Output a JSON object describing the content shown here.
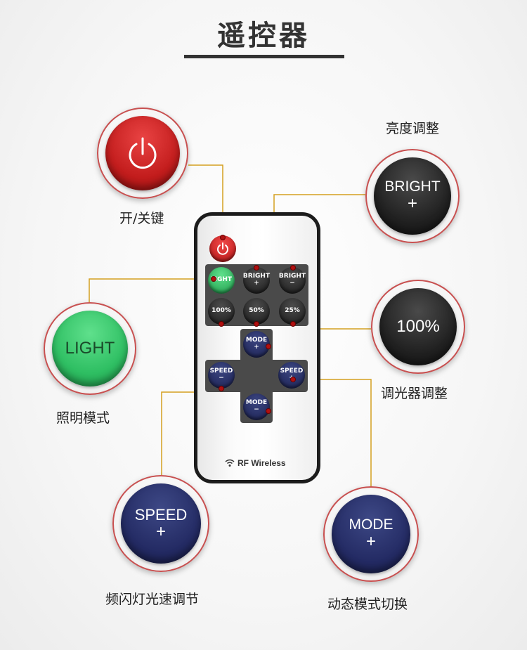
{
  "title": "遥控器",
  "labels": {
    "power": "开/关键",
    "brightness": "亮度调整",
    "light_mode": "照明模式",
    "dimmer": "调光器调整",
    "speed": "频闪灯光速调节",
    "mode": "动态模式切换"
  },
  "callouts": {
    "bright_line1": "BRIGHT",
    "bright_line2": "+",
    "percent": "100%",
    "light": "LIGHT",
    "speed_line1": "SPEED",
    "speed_line2": "+",
    "mode_line1": "MODE",
    "mode_line2": "+"
  },
  "remote": {
    "light_btn": "LIGHT",
    "bright_plus_l1": "BRIGHT",
    "bright_plus_l2": "+",
    "bright_minus_l1": "BRIGHT",
    "bright_minus_l2": "−",
    "pct100": "100%",
    "pct50": "50%",
    "pct25": "25%",
    "mode_plus_l1": "MODE",
    "mode_plus_l2": "+",
    "mode_minus_l1": "MODE",
    "mode_minus_l2": "−",
    "speed_minus_l1": "SPEED",
    "speed_minus_l2": "−",
    "speed_plus_l1": "SPEED",
    "speed_plus_l2": "+",
    "brand": "RF Wireless"
  },
  "colors": {
    "accent_line": "#d4a020",
    "power_red": "#c31d1d",
    "light_green": "#2fbf63",
    "navy": "#232a63"
  }
}
